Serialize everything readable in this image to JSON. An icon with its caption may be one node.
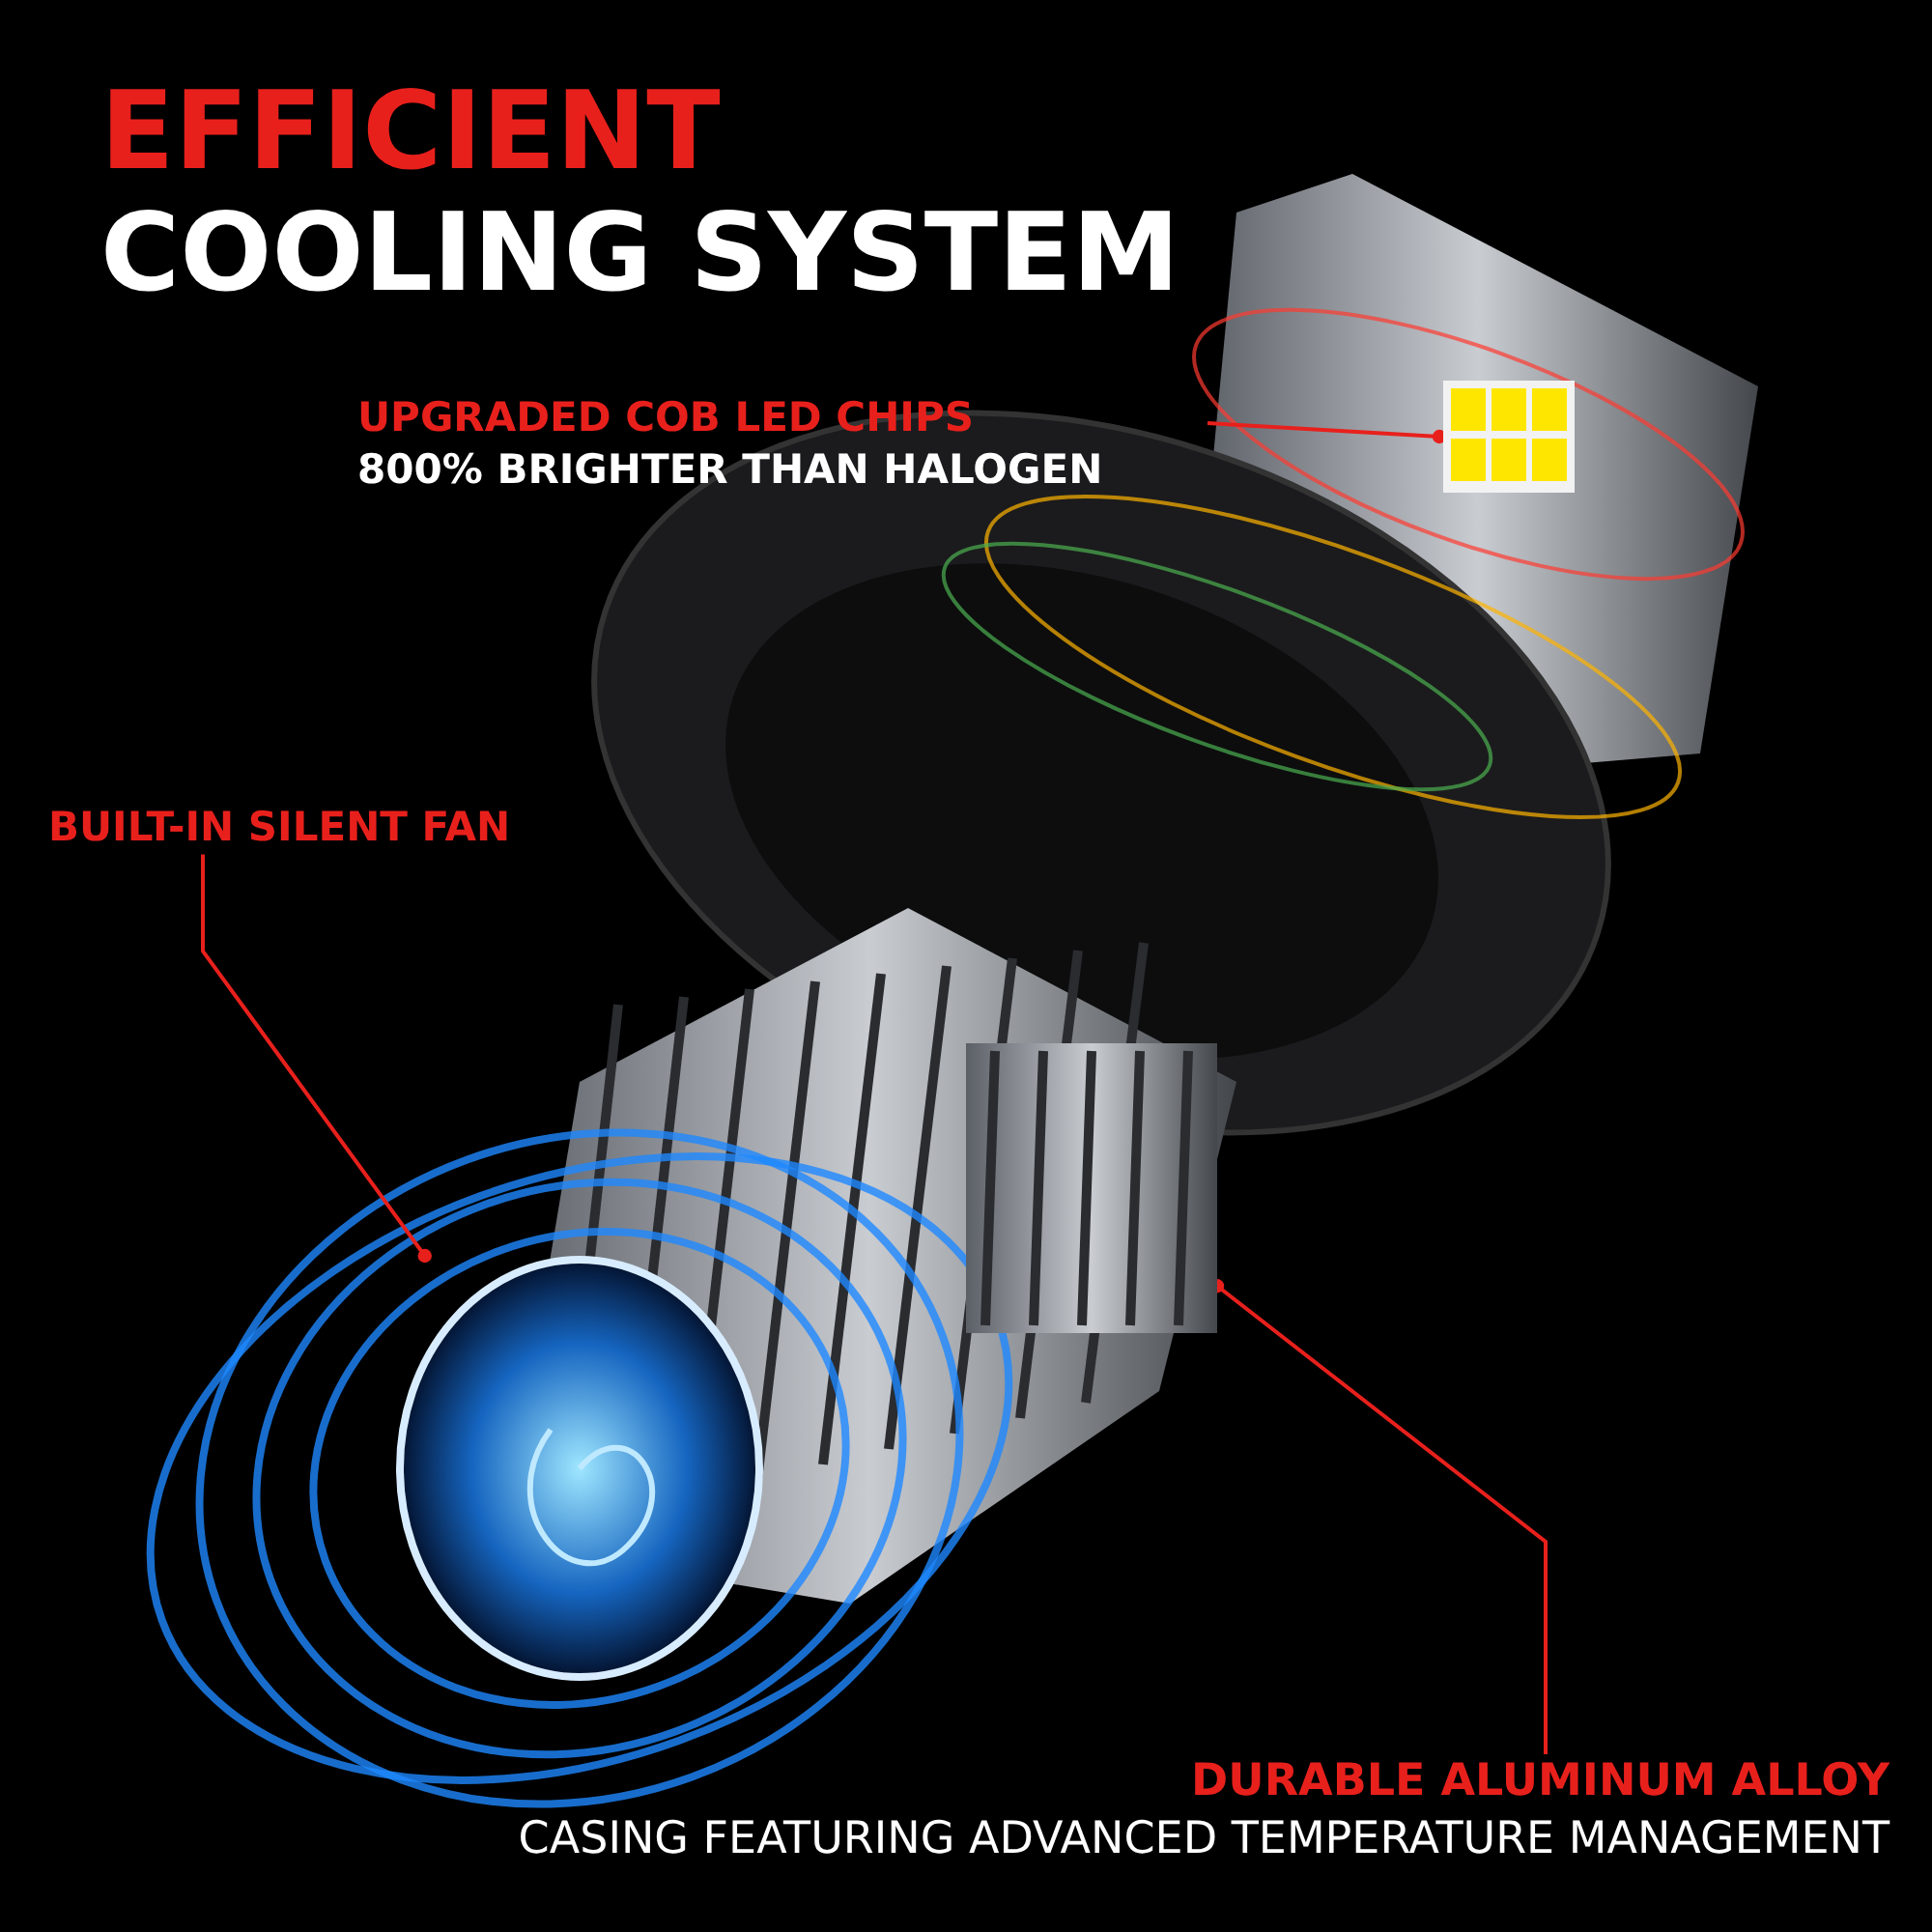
{
  "diagram": {
    "title": "EFFICIENT COOLING SYSTEM",
    "nodes": [
      {
        "text": [
          "UPGRADED COB LED CHIPS",
          "800% BRIGHTER THAN HALOGEN"
        ]
      },
      {
        "text": [],
        "shape": "picture"
      },
      {
        "text": [
          "BUILT-IN SILENT FAN"
        ]
      },
      {
        "text": [],
        "shape": "picture"
      },
      {
        "text": [
          "DURABLE ALUMINUM ALLOY",
          "CASING FEATURING ADVANCED TEMPERATURE MANAGEMENT"
        ]
      },
      {
        "text": [],
        "shape": "picture"
      }
    ],
    "edges": [
      {
        "from": 0,
        "to": 1,
        "arrow": "other"
      },
      {
        "from": 2,
        "to": 3,
        "arrow": "other"
      },
      {
        "from": 4,
        "to": 5,
        "arrow": "other"
      }
    ]
  }
}
